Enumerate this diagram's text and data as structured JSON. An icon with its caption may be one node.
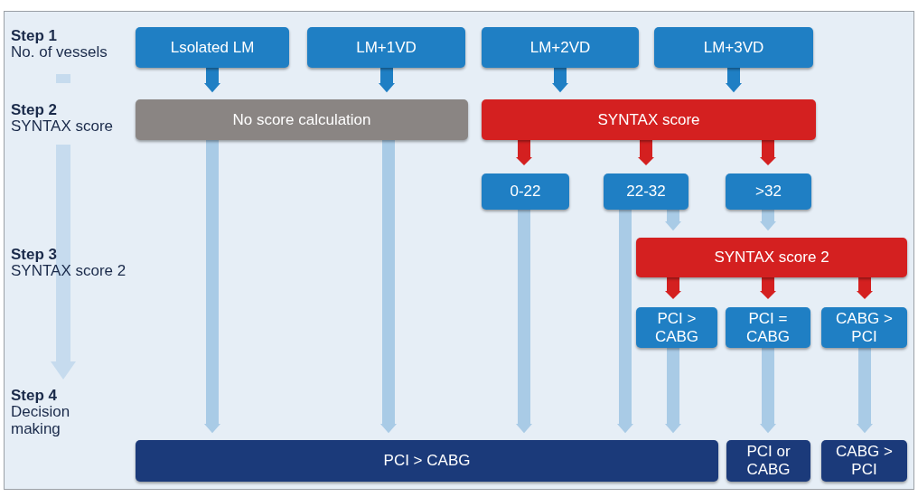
{
  "diagram": {
    "nodes": [
      {
        "text": [
          "Lsolated LM"
        ]
      },
      {
        "text": [
          "LM+1VD"
        ]
      },
      {
        "text": [
          "LM+2VD"
        ]
      },
      {
        "text": [
          "LM+3VD"
        ]
      },
      {
        "text": [
          "No score calculation"
        ]
      },
      {
        "text": [
          "SYNTAX score"
        ]
      },
      {
        "text": [
          "0-22"
        ]
      },
      {
        "text": [
          "22-32"
        ]
      },
      {
        "text": [
          ">32"
        ]
      },
      {
        "text": [
          "SYNTAX score 2"
        ]
      },
      {
        "text": [
          "PCI > CABG"
        ]
      },
      {
        "text": [
          "PCI = CABG"
        ]
      },
      {
        "text": [
          "CABG > PCI"
        ]
      },
      {
        "text": [
          "PCI > CABG"
        ]
      },
      {
        "text": [
          "PCI or CABG"
        ]
      },
      {
        "text": [
          "CABG > PCI"
        ]
      }
    ],
    "edges": [
      {
        "from": 0,
        "to": 4,
        "arrow": "to",
        "color": "#1f7fc4"
      },
      {
        "from": 1,
        "to": 4,
        "arrow": "to",
        "color": "#1f7fc4"
      },
      {
        "from": 2,
        "to": 5,
        "arrow": "to",
        "color": "#1f7fc4"
      },
      {
        "from": 3,
        "to": 5,
        "arrow": "to",
        "color": "#1f7fc4"
      },
      {
        "from": 5,
        "to": 6,
        "arrow": "to",
        "color": "#d42020"
      },
      {
        "from": 5,
        "to": 7,
        "arrow": "to",
        "color": "#d42020"
      },
      {
        "from": 5,
        "to": 8,
        "arrow": "to",
        "color": "#d42020"
      },
      {
        "from": 4,
        "to": 13,
        "arrow": "to"
      },
      {
        "from": 4,
        "to": 13,
        "arrow": "to"
      },
      {
        "from": 6,
        "to": 13,
        "arrow": "to"
      },
      {
        "from": 7,
        "to": 13,
        "arrow": "to"
      },
      {
        "from": 7,
        "to": 9,
        "arrow": "to"
      },
      {
        "from": 8,
        "to": 9,
        "arrow": "to"
      },
      {
        "from": 9,
        "to": 10,
        "arrow": "to",
        "color": "#d42020"
      },
      {
        "from": 9,
        "to": 11,
        "arrow": "to",
        "color": "#d42020"
      },
      {
        "from": 9,
        "to": 12,
        "arrow": "to",
        "color": "#d42020"
      },
      {
        "from": 10,
        "to": 13,
        "arrow": "to"
      },
      {
        "from": 11,
        "to": 14,
        "arrow": "to"
      },
      {
        "from": 12,
        "to": 15,
        "arrow": "to"
      }
    ],
    "labels": [
      "Step 1",
      "No. of vessels",
      "Step 2",
      "SYNTAX score",
      "Step 3",
      "SYNTAX score 2",
      "Step 4",
      "Decision making"
    ]
  }
}
